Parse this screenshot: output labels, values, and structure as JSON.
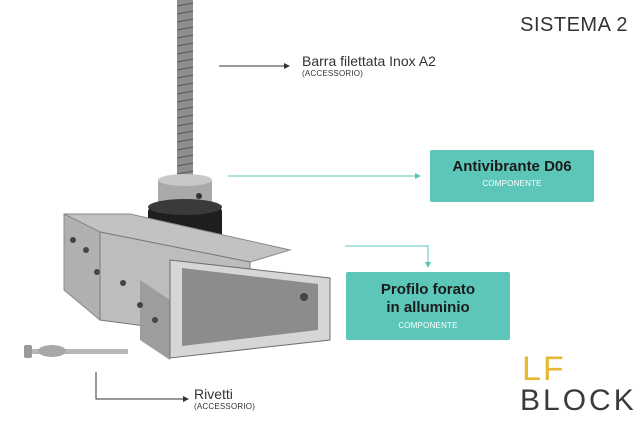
{
  "header": {
    "title": "SISTEMA 2"
  },
  "labels": {
    "rod": {
      "name": "Barra filettata Inox A2",
      "note": "(ACCESSORIO)"
    },
    "damper": {
      "name": "Antivibrante D06",
      "note": "COMPONENTE"
    },
    "profile": {
      "name_line1": "Profilo forato",
      "name_line2": "in alluminio",
      "note": "COMPONENTE"
    },
    "rivets": {
      "name": "Rivetti",
      "note": "(ACCESSORIO)"
    }
  },
  "logo": {
    "line1": "LF",
    "line2": "BLOCK"
  },
  "colors": {
    "accent": "#5cc6b9",
    "logo_yellow": "#e8b830",
    "text": "#333333"
  }
}
